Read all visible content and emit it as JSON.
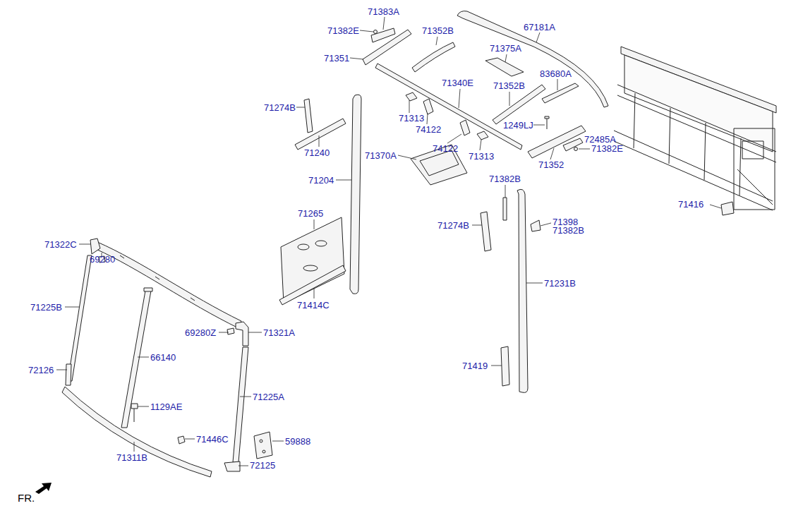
{
  "diagram": {
    "labels": [
      "71383A",
      "71382E",
      "71352B",
      "67181A",
      "71351",
      "71375A",
      "83680A",
      "71340E",
      "71352B",
      "71274B",
      "71313",
      "74122",
      "1249LJ",
      "71240",
      "74122",
      "72485A",
      "71370A",
      "71313",
      "71382E",
      "71352",
      "71204",
      "71382B",
      "71416",
      "71265",
      "71274B",
      "71398",
      "71382B",
      "71322C",
      "69280",
      "71231B",
      "71414C",
      "71225B",
      "69280Z",
      "71321A",
      "66140",
      "72126",
      "71419",
      "71225A",
      "1129AE",
      "71446C",
      "59888",
      "71311B",
      "72125",
      "FR."
    ]
  }
}
